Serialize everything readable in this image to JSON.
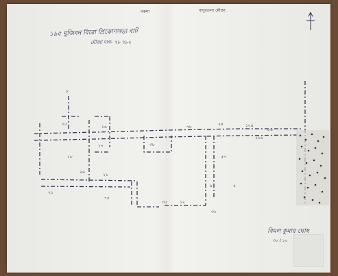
{
  "document": {
    "title": "১৯৫ মুজিবন বিরো প্রিকোণসভ্য বাট",
    "subtitle": "মৌজা দাগ- ৭৮ ৭৮২",
    "signature": "বিমল কুমার ঘোষ",
    "signature_date": "৩০ / ১০",
    "top_note_left": "নকশা",
    "top_note_right": "বাদুরতলা মৌজা",
    "plot_labels": [
      "৮",
      "১৫",
      "১৬",
      "১৭",
      "১৮",
      "২৬",
      "২১",
      "৭১",
      "৭৫",
      "৩৮",
      "৭৮",
      "২৪",
      "৫৭",
      "৩৫",
      "১২",
      "৯",
      "৫",
      "৩১",
      "১০৪",
      "২১৬",
      "৮৬"
    ]
  },
  "icons": {
    "compass": "north-arrow-icon",
    "stamp": "blurred-stamp-icon"
  },
  "colors": {
    "background": "#6a4a34",
    "paper": "#efefec",
    "ink": "#2a2f4a"
  }
}
